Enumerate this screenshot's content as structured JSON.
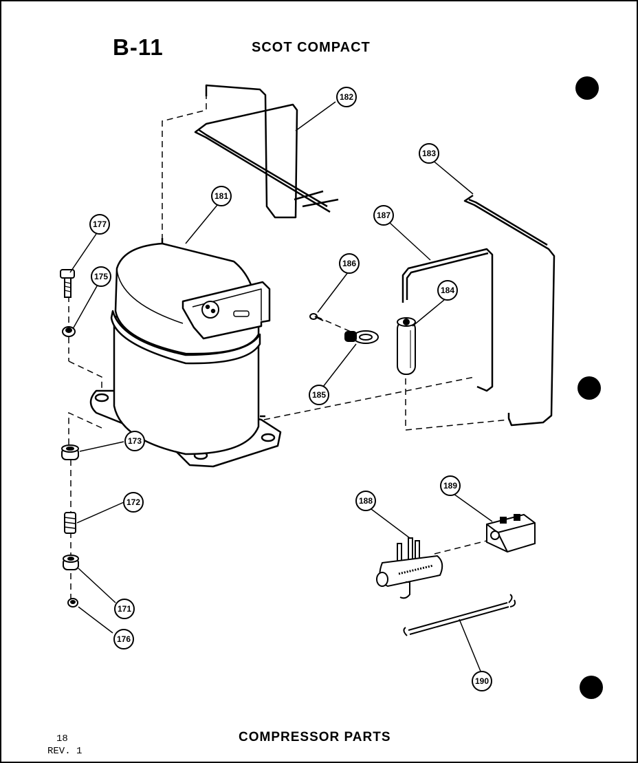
{
  "header": {
    "section_code": "B-11",
    "model_name": "SCOT COMPACT"
  },
  "footer": {
    "title": "COMPRESSOR PARTS",
    "page_number": "18",
    "revision": "REV. 1"
  },
  "callouts": {
    "c171": "171",
    "c172": "172",
    "c173": "173",
    "c175": "175",
    "c176": "176",
    "c177": "177",
    "c181": "181",
    "c182": "182",
    "c183": "183",
    "c184": "184",
    "c185": "185",
    "c186": "186",
    "c187": "187",
    "c188": "188",
    "c189": "189",
    "c190": "190"
  }
}
